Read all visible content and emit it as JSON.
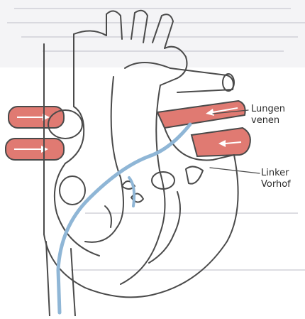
{
  "labels": {
    "pulmonary_veins": {
      "line1": "Lungen",
      "line2": "venen"
    },
    "left_atrium": {
      "line1": "Linker",
      "line2": "Vorhof"
    }
  },
  "colors": {
    "vessel_fill": "#e07a72",
    "outline": "#4a4a4a",
    "blood_path": "#8fb6d6",
    "background": "#ffffff"
  }
}
